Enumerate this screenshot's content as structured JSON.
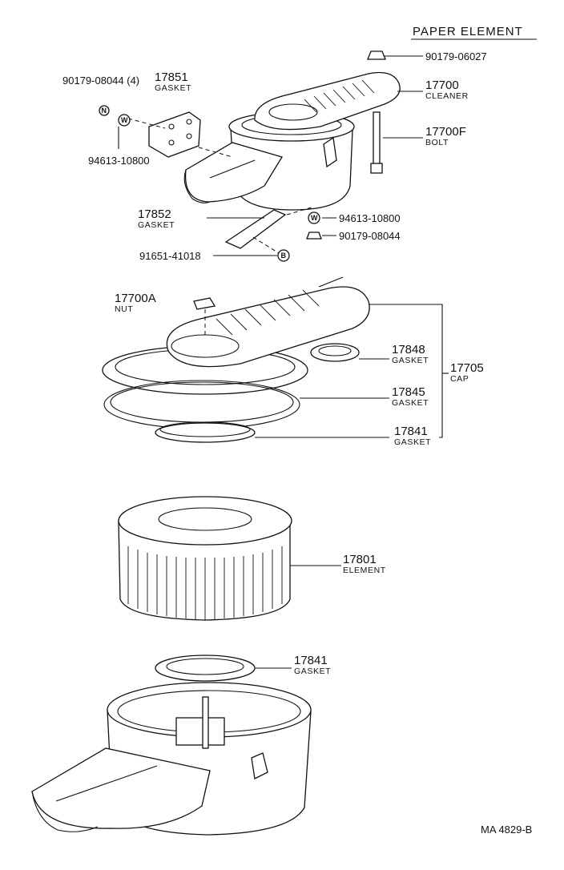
{
  "title": "PAPER ELEMENT",
  "footer_code": "MA 4829-B",
  "symbols": {
    "washer": "W",
    "nut": "N",
    "bolt": "B"
  },
  "callouts": {
    "nut_top": {
      "number": "90179-06027",
      "name": ""
    },
    "cleaner": {
      "number": "17700",
      "name": "CLEANER"
    },
    "bolt": {
      "number": "17700F",
      "name": "BOLT"
    },
    "nut_bracket": {
      "number": "90179-08044 (4)",
      "name": ""
    },
    "gasket_17851": {
      "number": "17851",
      "name": "GASKET"
    },
    "washer_left": {
      "number": "94613-10800",
      "name": ""
    },
    "gasket_17852": {
      "number": "17852",
      "name": "GASKET"
    },
    "washer_right": {
      "number": "94613-10800",
      "name": ""
    },
    "nut_lower": {
      "number": "90179-08044",
      "name": ""
    },
    "bolt_lower": {
      "number": "91651-41018",
      "name": ""
    },
    "nut_17700a": {
      "number": "17700A",
      "name": "NUT"
    },
    "gasket_17848": {
      "number": "17848",
      "name": "GASKET"
    },
    "cap": {
      "number": "17705",
      "name": "CAP"
    },
    "gasket_17845": {
      "number": "17845",
      "name": "GASKET"
    },
    "gasket_17841_upper": {
      "number": "17841",
      "name": "GASKET"
    },
    "element": {
      "number": "17801",
      "name": "ELEMENT"
    },
    "gasket_17841_lower": {
      "number": "17841",
      "name": "GASKET"
    }
  }
}
